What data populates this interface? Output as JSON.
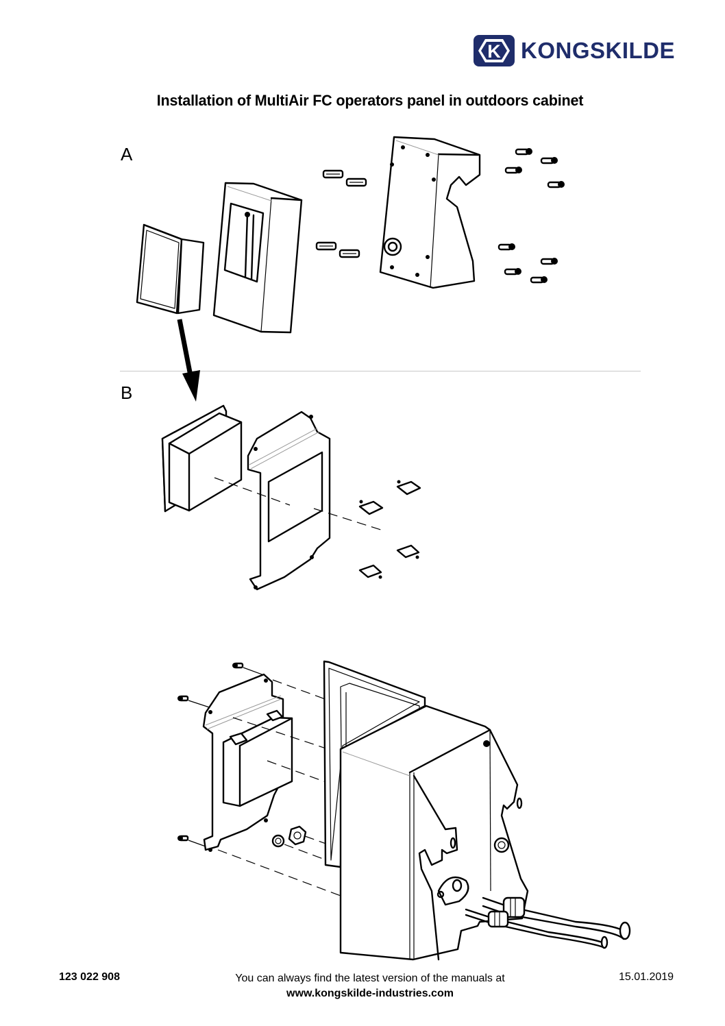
{
  "brand": {
    "name": "KONGSKILDE",
    "logo_letter": "K",
    "color": "#1f2d6b"
  },
  "document": {
    "title": "Installation of MultiAir FC operators panel in outdoors cabinet"
  },
  "sections": [
    {
      "label": "A"
    },
    {
      "label": "B"
    }
  ],
  "footer": {
    "document_number": "123 022 908",
    "note": "You can always find the latest version of the manuals at",
    "url": "www.kongskilde-industries.com",
    "date": "15.01.2019"
  }
}
